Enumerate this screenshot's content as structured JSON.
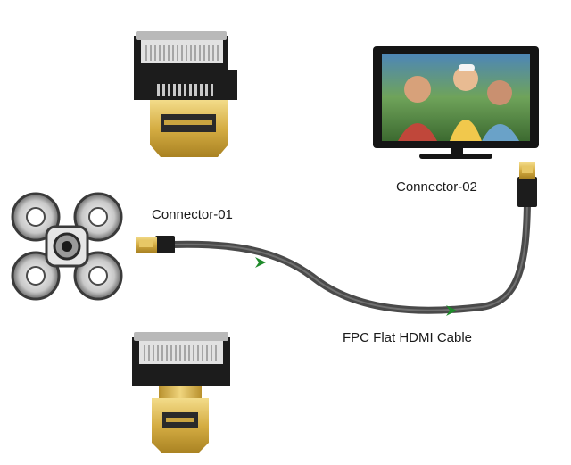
{
  "labels": {
    "connector_01": "Connector-01",
    "connector_02": "Connector-02",
    "cable": "FPC Flat HDMI Cable"
  },
  "colors": {
    "cable": "#4a4a4a",
    "cable_arrow": "#1e8a2a",
    "plug_gold": "#d8b64a",
    "adapter_black": "#1c1c1c",
    "tv_frame": "#151515"
  },
  "icons": {
    "drone": "quadcopter-frame-icon",
    "tv": "television-icon"
  }
}
